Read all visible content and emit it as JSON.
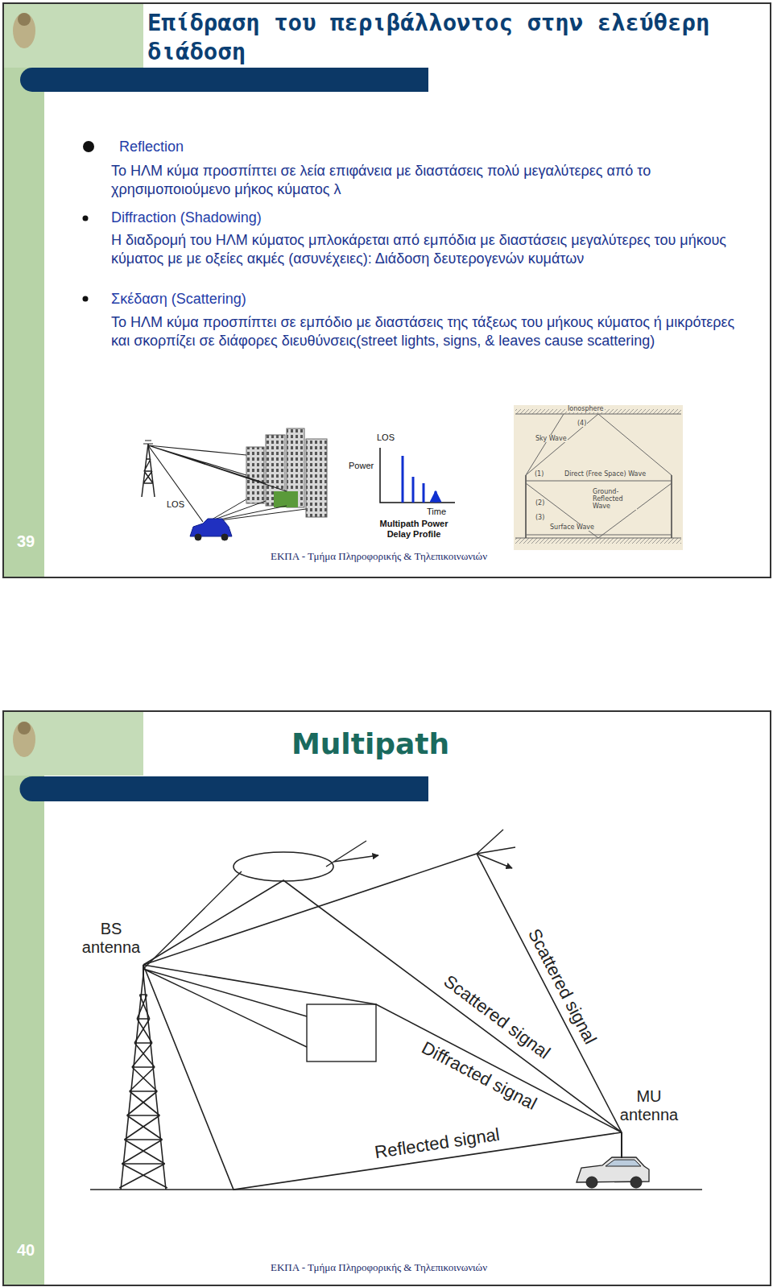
{
  "diagram": {
    "title": "Επίδραση του περιβάλλοντος στην ελεύθερη διάδοση",
    "nodes": [
      {
        "text": [
          "BS antenna"
        ]
      },
      {
        "text": [
          "MU antenna"
        ]
      }
    ],
    "edges": [
      {
        "from": 0,
        "to": 1,
        "arrow": "none",
        "label": "Scattered signal"
      },
      {
        "from": 0,
        "to": 1,
        "arrow": "none",
        "label": "Scattered signal"
      },
      {
        "from": 0,
        "to": 1,
        "arrow": "none",
        "label": "Diffracted signal"
      },
      {
        "from": 0,
        "to": 1,
        "arrow": "none",
        "label": "Reflected signal"
      }
    ],
    "labels": [
      "Reflection",
      "Το ΗΛΜ κύμα προσπίπτει σε λεία επιφάνεια με διαστάσεις πολύ μεγαλύτερες από το χρησιμοποιούμενο μήκος κύματος λ",
      "Diffraction (Shadowing)",
      "Η διαδρομή του ΗΛΜ κύματος μπλοκάρεται από εμπόδια με διαστάσεις μεγαλύτερες του μήκους κύματος με με οξείες ακμές (ασυνέχειες): Διάδοση δευτερογενών κυμάτων",
      "Σκέδαση (Scattering)",
      "Το ΗΛΜ κύμα προσπίπτει σε εμπόδιο με διαστάσεις της τάξεως του μήκους κύματος ή μικρότερες και σκορπίζει σε διάφορες διευθύνσεις(street lights, signs, & leaves cause scattering)",
      "LOS",
      "LOS",
      "Power",
      "Time",
      "Multipath Power Delay Profile",
      "Ionosphere",
      "Sky Wave",
      "(4)",
      "(1)",
      "Direct (Free Space) Wave",
      "(2)",
      "Ground-Reflected Wave",
      "(3)",
      "Surface Wave",
      "39",
      "ΕΚΠΑ - Τμήμα Πληροφορικής & Τηλεπικοινωνιών",
      "Multipath",
      "40",
      "ΕΚΠΑ - Τμήμα Πληροφορικής & Τηλεπικοινωνιών"
    ]
  }
}
